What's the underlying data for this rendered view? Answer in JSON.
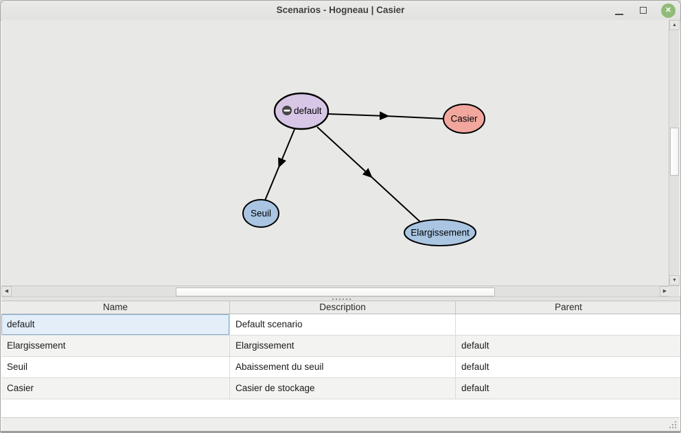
{
  "window": {
    "title": "Scenarios - Hogneau | Casier"
  },
  "icons": {
    "close": "✕",
    "scroll_up": "▲",
    "scroll_down": "▼",
    "scroll_left": "◀",
    "scroll_right": "▶"
  },
  "graph": {
    "background": "#e8e8e7",
    "nodes": [
      {
        "id": "default",
        "label": "default",
        "color": "#d7c6e6",
        "badge": "minus-badge"
      },
      {
        "id": "casier",
        "label": "Casier",
        "color": "#f2a79e"
      },
      {
        "id": "seuil",
        "label": "Seuil",
        "color": "#a9c5e2"
      },
      {
        "id": "elargissement",
        "label": "Elargissement",
        "color": "#a9c5e2"
      }
    ],
    "edges": [
      {
        "from": "default",
        "to": "casier"
      },
      {
        "from": "default",
        "to": "seuil"
      },
      {
        "from": "default",
        "to": "elargissement"
      }
    ]
  },
  "table": {
    "headers": [
      "Name",
      "Description",
      "Parent"
    ],
    "rows": [
      {
        "name": "default",
        "description": "Default scenario",
        "parent": ""
      },
      {
        "name": "Elargissement",
        "description": "Elargissement",
        "parent": "default"
      },
      {
        "name": "Seuil",
        "description": "Abaissement du seuil",
        "parent": "default"
      },
      {
        "name": "Casier",
        "description": "Casier de stockage",
        "parent": "default"
      }
    ],
    "selection": {
      "row": 0,
      "column": "Name",
      "background": "#e3eef8",
      "border": "#85add3"
    }
  },
  "colors": {
    "close_button": "#8fbb78",
    "node_purple": "#d7c6e6",
    "node_salmon": "#f2a79e",
    "node_blue": "#a9c5e2"
  }
}
